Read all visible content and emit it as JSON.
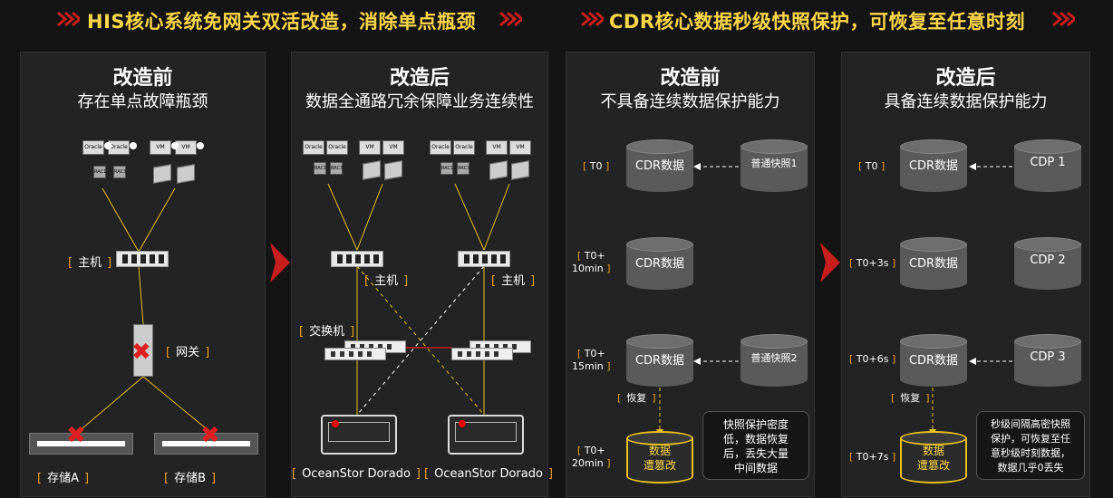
{
  "titles": {
    "left": "HIS核心系统免网关双活改造，消除单点瓶颈",
    "right": "CDR核心数据秒级快照保护，可恢复至任意时刻"
  },
  "panel1": {
    "heading": "改造前",
    "subheading": "存在单点故障瓶颈",
    "host_label": "主机",
    "gateway_label": "网关",
    "storage_a": "存储A",
    "storage_b": "存储B",
    "oracle": "Oracle",
    "vm": "VM",
    "rac1": "RAC1",
    "rac3": "RAC3"
  },
  "panel2": {
    "heading": "改造后",
    "subheading": "数据全通路冗余保障业务连续性",
    "host_label": "主机",
    "switch_label": "交换机",
    "storage_left": "OceanStor Dorado",
    "storage_right": "OceanStor Dorado"
  },
  "panel3": {
    "heading": "改造前",
    "subheading": "不具备连续数据保护能力",
    "t0": "T0",
    "t1a": "T0+",
    "t1b": "10min",
    "t2a": "T0+",
    "t2b": "15min",
    "t3a": "T0+",
    "t3b": "20min",
    "cdr": "CDR数据",
    "snap1": "普通快照1",
    "snap2": "普通快照2",
    "restore": "恢复",
    "tampered_a": "数据",
    "tampered_b": "遭篡改",
    "note_l1": "快照保护密度",
    "note_l2": "低，数据恢复",
    "note_l3": "后，丢失大量",
    "note_l4": "中间数据"
  },
  "panel4": {
    "heading": "改造后",
    "subheading": "具备连续数据保护能力",
    "t0": "T0",
    "t1": "T0+3s",
    "t2": "T0+6s",
    "t3": "T0+7s",
    "cdr": "CDR数据",
    "cdp1": "CDP 1",
    "cdp2": "CDP 2",
    "cdp3": "CDP 3",
    "restore": "恢复",
    "tampered_a": "数据",
    "tampered_b": "遭篡改",
    "note_l1": "秒级间隔高密快照",
    "note_l2": "保护，可恢复至任",
    "note_l3": "意秒级时刻数据，",
    "note_l4": "数据几乎0丢失"
  },
  "colors": {
    "accent": "#ffd84a",
    "bracket": "#f0a020",
    "arrow": "#e02020",
    "line": "#e8c020"
  }
}
